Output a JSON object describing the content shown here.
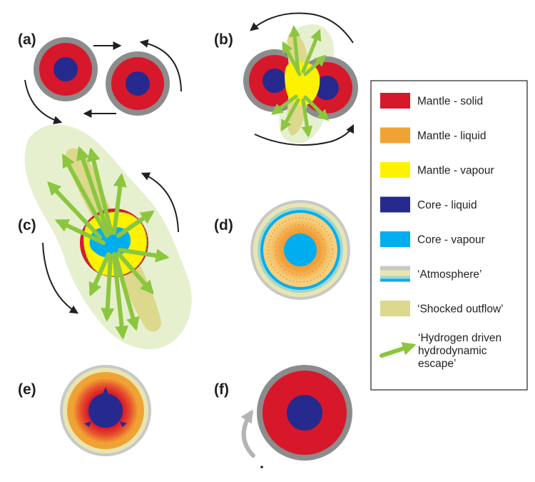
{
  "panels": {
    "a": "(a)",
    "b": "(b)",
    "c": "(c)",
    "d": "(d)",
    "e": "(e)",
    "f": "(f)"
  },
  "legend": {
    "items": [
      {
        "label": "Mantle - solid",
        "swatch": "solid",
        "color": "#d7182a"
      },
      {
        "label": "Mantle - liquid",
        "swatch": "solid",
        "color": "#f0a335"
      },
      {
        "label": "Mantle - vapour",
        "swatch": "solid",
        "color": "#fff200"
      },
      {
        "label": "Core - liquid",
        "swatch": "solid",
        "color": "#262a8f"
      },
      {
        "label": "Core - vapour",
        "swatch": "solid",
        "color": "#00aeef"
      },
      {
        "label": "‘Atmosphere’",
        "swatch": "atmosphere",
        "color": "#c8c8be"
      },
      {
        "label": "‘Shocked outflow’",
        "swatch": "solid",
        "color": "#dcd88c"
      }
    ],
    "escape_label_lines": [
      "‘Hydrogen driven",
      "hydrodynamic",
      "escape’"
    ],
    "escape_color": "#8cc63f"
  },
  "colors": {
    "mantle_solid": "#d7182a",
    "mantle_liquid": "#f0a335",
    "mantle_vapour": "#fff200",
    "core_liquid": "#262a8f",
    "core_vapour": "#00aeef",
    "crust": "#8c8c8c",
    "outflow": "#dcd88c",
    "halo": "#e6f0cf",
    "escape_arrow": "#8cc63f",
    "motion_arrow": "#231f20",
    "return_arrow": "#b4b4b4"
  }
}
